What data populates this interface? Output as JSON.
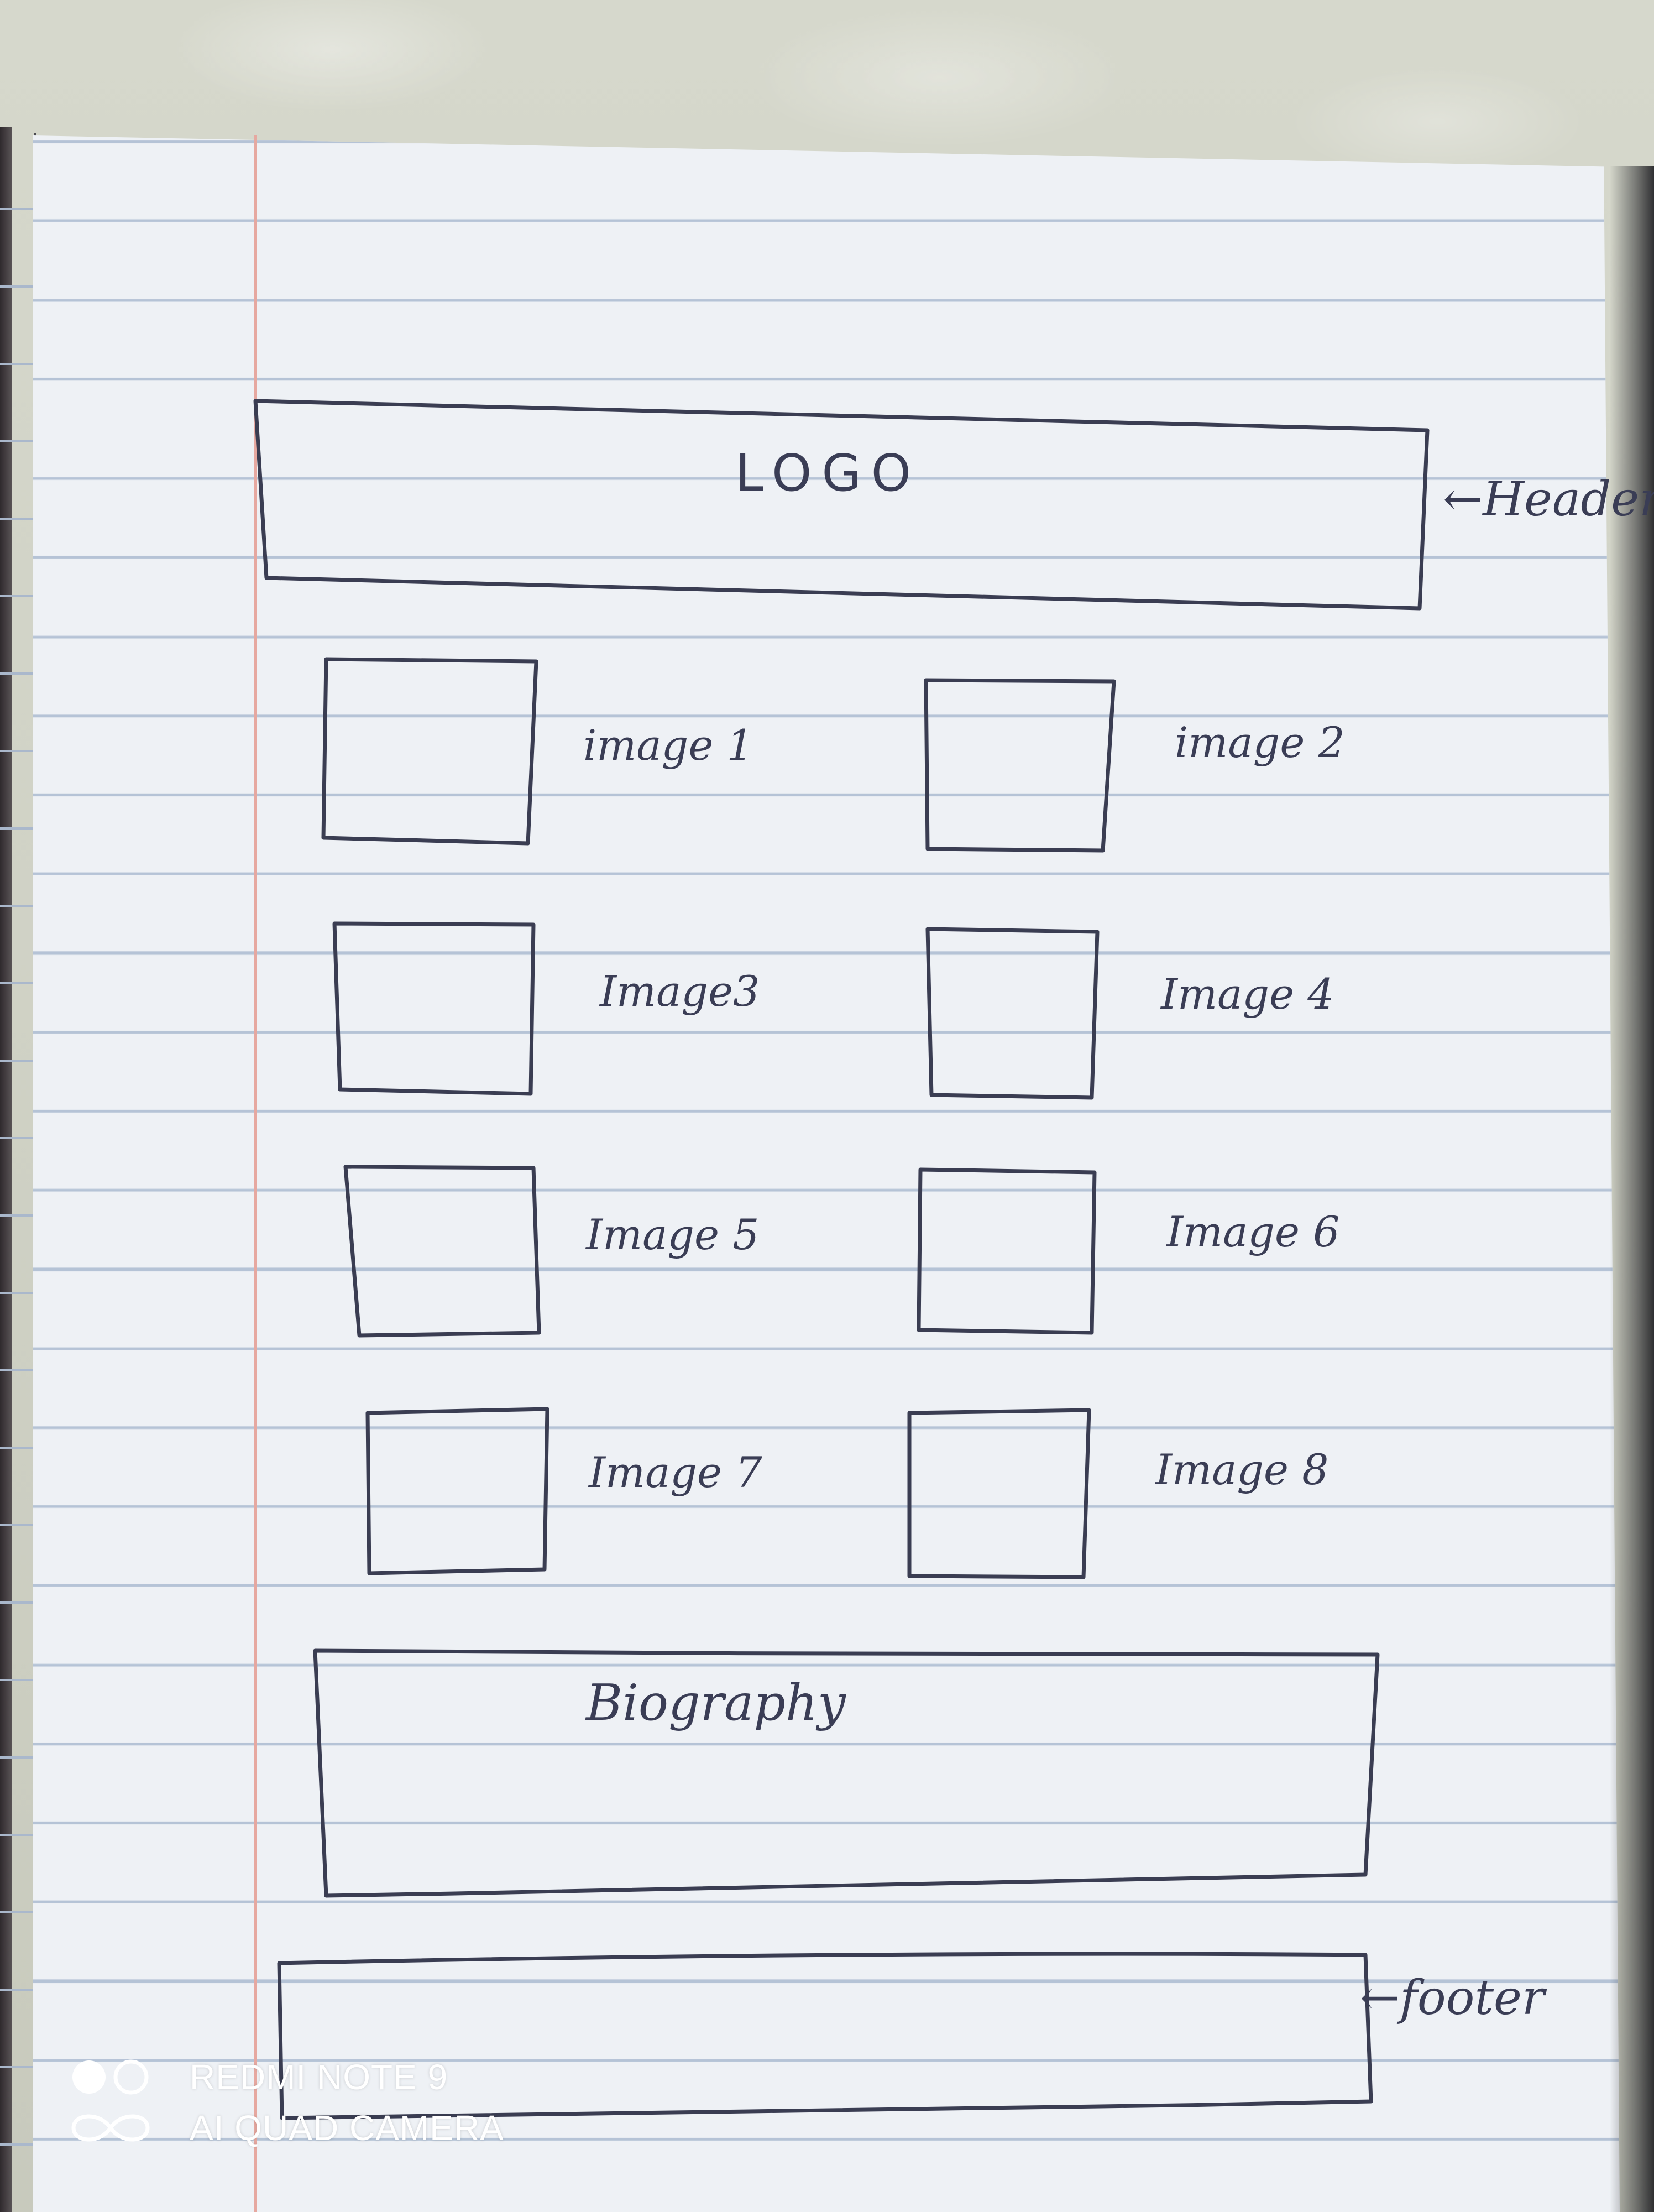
{
  "sketch": {
    "header_box_label": "LOGO",
    "header_annotation": "Header",
    "images": [
      {
        "label": "image 1"
      },
      {
        "label": "image 2"
      },
      {
        "label": "Image3"
      },
      {
        "label": "Image 4"
      },
      {
        "label": "Image 5"
      },
      {
        "label": "Image 6"
      },
      {
        "label": "Image 7"
      },
      {
        "label": "Image 8"
      }
    ],
    "biography_label": "Biography",
    "footer_annotation": "footer",
    "arrow_glyph": "←"
  },
  "camera_watermark": {
    "line1": "REDMI NOTE 9",
    "line2": "AI QUAD CAMERA"
  },
  "colors": {
    "ink": "#3a3d52",
    "paper": "#eef1f5",
    "rule_line": "#b5c3d6",
    "margin_line": "#e6a8a0"
  }
}
